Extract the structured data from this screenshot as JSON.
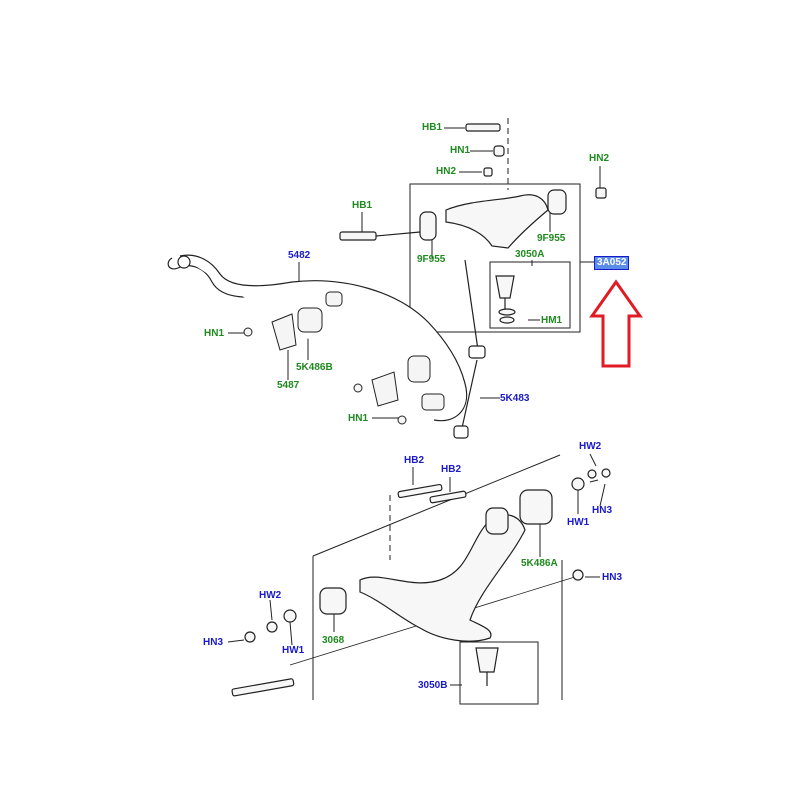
{
  "colors": {
    "green_label": "#1f8a1f",
    "blue_label": "#1a1acc",
    "arrow": "#e01b24",
    "line": "#222222"
  },
  "labels": {
    "hb1_top": "HB1",
    "hn1_top": "HN1",
    "hn2_top": "HN2",
    "hn2_right": "HN2",
    "hb1_left": "HB1",
    "bush_9f955_right": "9F955",
    "bush_9f955_left": "9F955",
    "upper_balljoint": "3050A",
    "highlight_part": "3A052",
    "hm1": "HM1",
    "stabilizer_bar": "5482",
    "hn1_left": "HN1",
    "bush_5k486b": "5K486B",
    "clamp_5487": "5487",
    "hn1_lower": "HN1",
    "stab_link": "5K483",
    "hb2_a": "HB2",
    "hb2_b": "HB2",
    "hw2_right": "HW2",
    "hw1_right": "HW1",
    "hn3_right_top": "HN3",
    "bush_5k486a": "5K486A",
    "hn3_right_mid": "HN3",
    "hw2_left": "HW2",
    "hn3_left": "HN3",
    "hw1_left": "HW1",
    "bush_3068": "3068",
    "lower_balljoint": "3050B"
  }
}
